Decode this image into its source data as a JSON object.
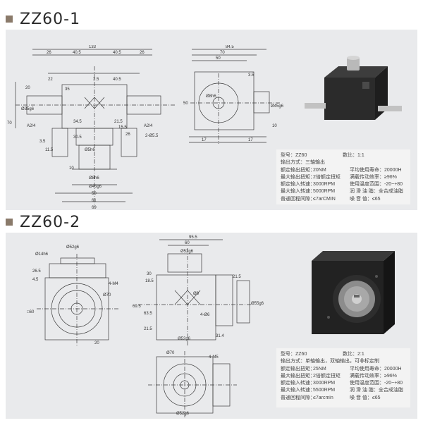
{
  "sections": [
    {
      "title": "ZZ60-1",
      "spec": {
        "model_line": [
          "型号：ZZ60",
          "数比：1:1"
        ],
        "output_line": "输出方式：三轴输出",
        "rows": [
          [
            "额定输出扭矩：",
            "20NM",
            "平均使用寿命：20000H"
          ],
          [
            "最大输出扭矩：",
            "2倍额定扭矩",
            "满载传动效率：≥96%"
          ],
          [
            "额定输入转速：",
            "3000RPM",
            "使用温度范围：-20~+80"
          ],
          [
            "最大输入转速：",
            "5000RPM",
            "润 滑 油 脂：全合成油脂"
          ],
          [
            "普通回程间隙：",
            "≤7arCMIN",
            "噪   音   值：≤65"
          ]
        ]
      },
      "dims": {
        "top": [
          "133",
          "26",
          "40.5",
          "40.5",
          "26",
          "3.5",
          "40.5",
          "22",
          "20",
          "35",
          "34.5",
          "21.5",
          "30.5",
          "15.5",
          "26",
          "2-Ø5.5",
          "3.5",
          "11.5",
          "70",
          "Ø35g6",
          "A2/4",
          "A2/4"
        ],
        "bottom": [
          "Ø5h6",
          "10",
          "Ø8h6",
          "Ø45g6",
          "50",
          "61",
          "69"
        ],
        "side": [
          "84.5",
          "70",
          "50",
          "3.5",
          "Ø8h6",
          "Ø45g6",
          "50",
          "10",
          "17",
          "17"
        ]
      }
    },
    {
      "title": "ZZ60-2",
      "spec": {
        "model_line": [
          "型号：ZZ60",
          "数比：2:1"
        ],
        "output_line": "输出方式：单轴输出，双轴输出，可非标定制",
        "rows": [
          [
            "额定输出扭矩：",
            "25NM",
            "平均使用寿命：20000H"
          ],
          [
            "最大输出扭矩：",
            "2倍额定扭矩",
            "满载传动效率：≥96%"
          ],
          [
            "额定输入转速：",
            "3000RPM",
            "使用温度范围：-20~+80"
          ],
          [
            "最大输入转速：",
            "5500RPM",
            "润 滑 油 脂：全合成油脂"
          ],
          [
            "普通回程间隙：",
            "≤7arcmin",
            "噪   音   值：≤65"
          ]
        ]
      },
      "dims": {
        "front": [
          "Ø52g6",
          "Ø14h6",
          "26.5",
          "4.5",
          "4-M4",
          "Ø70",
          "□60",
          "20"
        ],
        "mid": [
          "95.5",
          "60",
          "Ø52g6",
          "30",
          "18.5",
          "Ø6",
          "69.5",
          "63.5",
          "21.5",
          "4-Ø6",
          "Ø52g6",
          "31.4",
          "21.5",
          "Ø55g6"
        ],
        "bottom": [
          "Ø70",
          "4-M5",
          "Ø52g6"
        ]
      }
    }
  ],
  "colors": {
    "panel": "#e9eaec",
    "line": "#3b3b3b",
    "title_mark": "#8a7a6a"
  }
}
